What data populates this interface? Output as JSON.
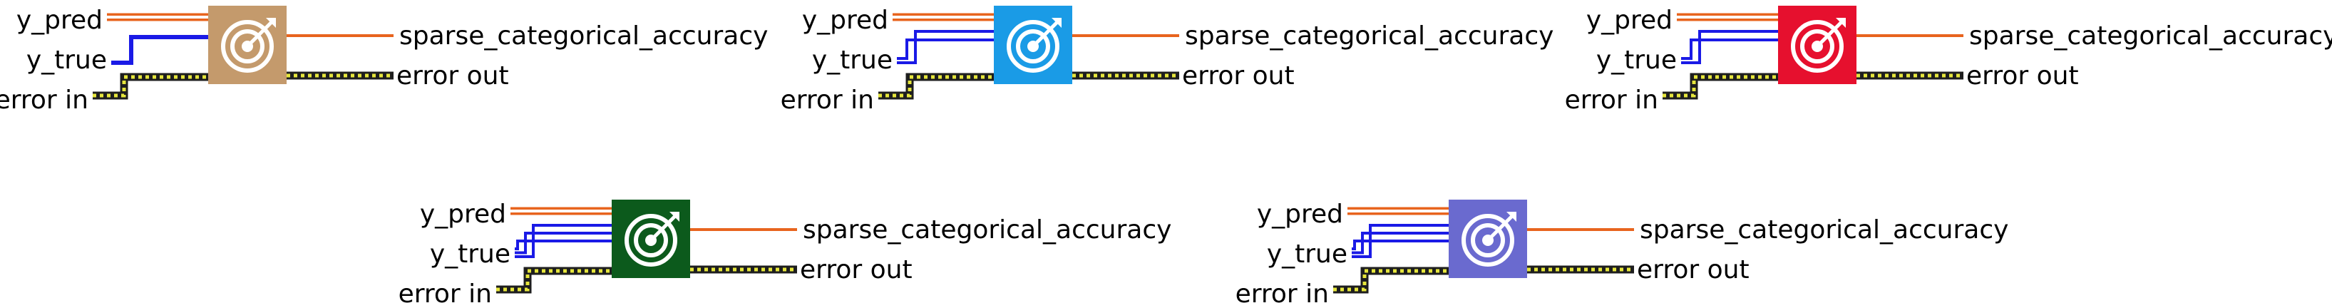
{
  "nodes": [
    {
      "inputs": {
        "pred": "y_pred",
        "true": "y_true",
        "error": "error in"
      },
      "outputs": {
        "result": "sparse_categorical_accuracy",
        "error": "error out"
      },
      "icon": "target-icon",
      "fill": "#c49a6c",
      "true_wire": "single"
    },
    {
      "inputs": {
        "pred": "y_pred",
        "true": "y_true",
        "error": "error in"
      },
      "outputs": {
        "result": "sparse_categorical_accuracy",
        "error": "error out"
      },
      "icon": "target-icon",
      "fill": "#1a9be6",
      "true_wire": "double"
    },
    {
      "inputs": {
        "pred": "y_pred",
        "true": "y_true",
        "error": "error in"
      },
      "outputs": {
        "result": "sparse_categorical_accuracy",
        "error": "error out"
      },
      "icon": "target-icon",
      "fill": "#e6102e",
      "true_wire": "double"
    },
    {
      "inputs": {
        "pred": "y_pred",
        "true": "y_true",
        "error": "error in"
      },
      "outputs": {
        "result": "sparse_categorical_accuracy",
        "error": "error out"
      },
      "icon": "target-icon",
      "fill": "#0c5a1c",
      "true_wire": "triple"
    },
    {
      "inputs": {
        "pred": "y_pred",
        "true": "y_true",
        "error": "error in"
      },
      "outputs": {
        "result": "sparse_categorical_accuracy",
        "error": "error out"
      },
      "icon": "target-icon",
      "fill": "#6a6acf",
      "true_wire": "triple"
    }
  ],
  "colors": {
    "pred_wire": "#e8641e",
    "true_wire": "#1a1ae6",
    "result_wire": "#e8641e",
    "error_wire_dark": "#1e1e1e",
    "error_wire_light": "#e6e63c"
  }
}
